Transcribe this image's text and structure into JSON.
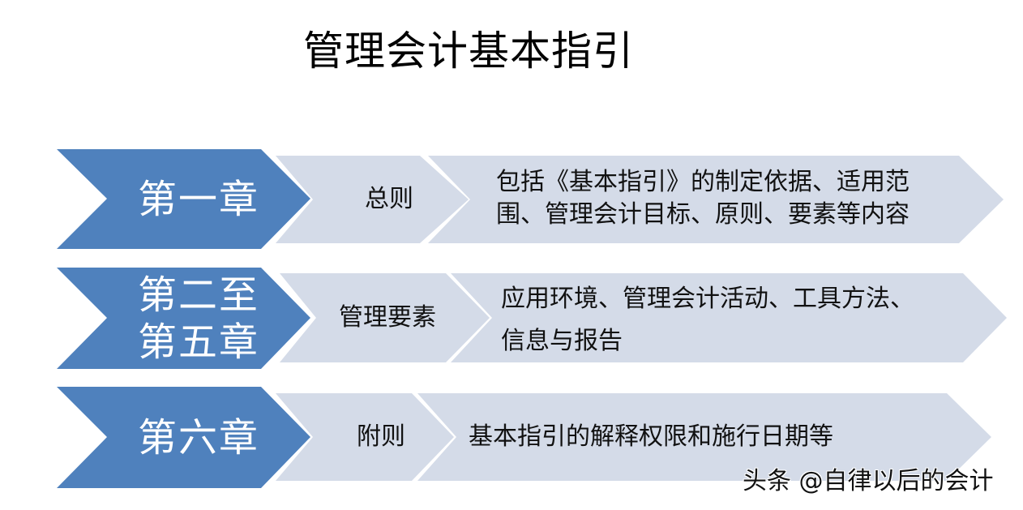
{
  "title": "管理会计基本指引",
  "colors": {
    "chapter_fill": "#4f81bd",
    "section_fill": "#d4dbe8",
    "chapter_text": "#ffffff",
    "section_text": "#111111"
  },
  "rows": [
    {
      "chapter": [
        "第一章"
      ],
      "section": "总则",
      "description": [
        "包括《基本指引》的制定依据、适用范",
        "围、管理会计目标、原则、要素等内容"
      ]
    },
    {
      "chapter": [
        "第二至",
        "第五章"
      ],
      "section": "管理要素",
      "description": [
        "应用环境、管理会计活动、工具方法、",
        "信息与报告"
      ]
    },
    {
      "chapter": [
        "第六章"
      ],
      "section": "附则",
      "description": [
        "基本指引的解释权限和施行日期等"
      ]
    }
  ],
  "watermark": "头条 @自律以后的会计"
}
